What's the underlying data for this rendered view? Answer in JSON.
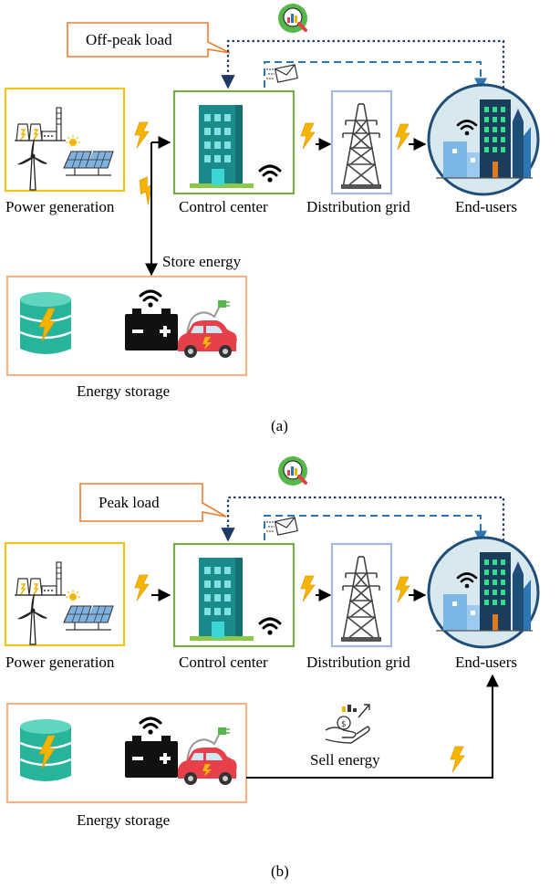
{
  "panel_a": {
    "callout": "Off-peak load",
    "nodes": {
      "power_generation": "Power generation",
      "control_center": "Control center",
      "distribution_grid": "Distribution grid",
      "end_users": "End-users"
    },
    "store_label": "Store energy",
    "storage_label": "Energy storage",
    "caption": "(a)"
  },
  "panel_b": {
    "callout": "Peak load",
    "nodes": {
      "power_generation": "Power generation",
      "control_center": "Control center",
      "distribution_grid": "Distribution grid",
      "end_users": "End-users"
    },
    "sell_label": "Sell energy",
    "storage_label": "Energy storage",
    "caption": "(b)"
  },
  "colors": {
    "generation_border": "#f2c318",
    "control_border": "#77ab4b",
    "grid_border": "#a7b8e0",
    "storage_border": "#f0b48a",
    "callout_border": "#ed7d31",
    "dotted_link": "#1f3864",
    "dashed_link": "#2e75b6",
    "bolt": "#f5b400",
    "building": "#1a8a8a",
    "db": "#26b59a",
    "car": "#e8404a"
  },
  "icons": [
    "magnifier-chart-icon",
    "envelope-icon",
    "lightning-icon",
    "power-plant-icon",
    "wind-turbine-icon",
    "solar-panel-icon",
    "building-icon",
    "wifi-icon",
    "pylon-icon",
    "city-icon",
    "database-icon",
    "battery-icon",
    "electric-car-icon",
    "money-hand-icon"
  ]
}
